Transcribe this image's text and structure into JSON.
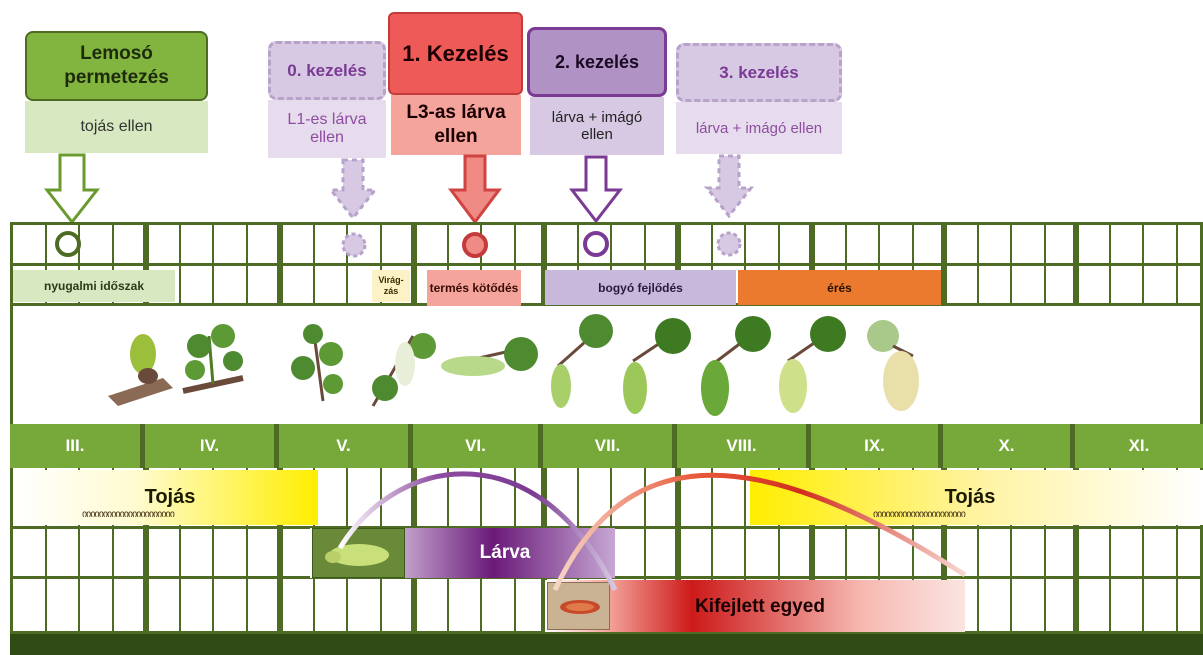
{
  "treatments": [
    {
      "title": "Lemosó permetezés",
      "subtitle": "tojás ellen"
    },
    {
      "title": "0. kezelés",
      "subtitle": "L1-es lárva ellen"
    },
    {
      "title": "1. Kezelés",
      "subtitle": "L3-as lárva ellen"
    },
    {
      "title": "2. kezelés",
      "subtitle": "lárva + imágó ellen"
    },
    {
      "title": "3. kezelés",
      "subtitle": "lárva + imágó ellen"
    }
  ],
  "phenology": {
    "dormancy": "nyugalmi időszak",
    "flowering": "Virág-zás",
    "fruit_set": "termés kötődés",
    "berry_development": "bogyó fejlődés",
    "ripening": "érés"
  },
  "months": [
    "III.",
    "IV.",
    "V.",
    "VI.",
    "VII.",
    "VIII.",
    "IX.",
    "X.",
    "XI."
  ],
  "life_stages": {
    "egg_early": "Tojás",
    "egg_late": "Tojás",
    "larva": "Lárva",
    "adult": "Kifejlett egyed"
  },
  "colors": {
    "green": "#77a83a",
    "dark_green": "#4e6b23",
    "purple": "#8e4da0",
    "purple_light": "#d7c9e3",
    "red": "#ee5a58",
    "red_light": "#f4a49b",
    "orange": "#ec7a2e",
    "yellow": "#ffee00"
  }
}
